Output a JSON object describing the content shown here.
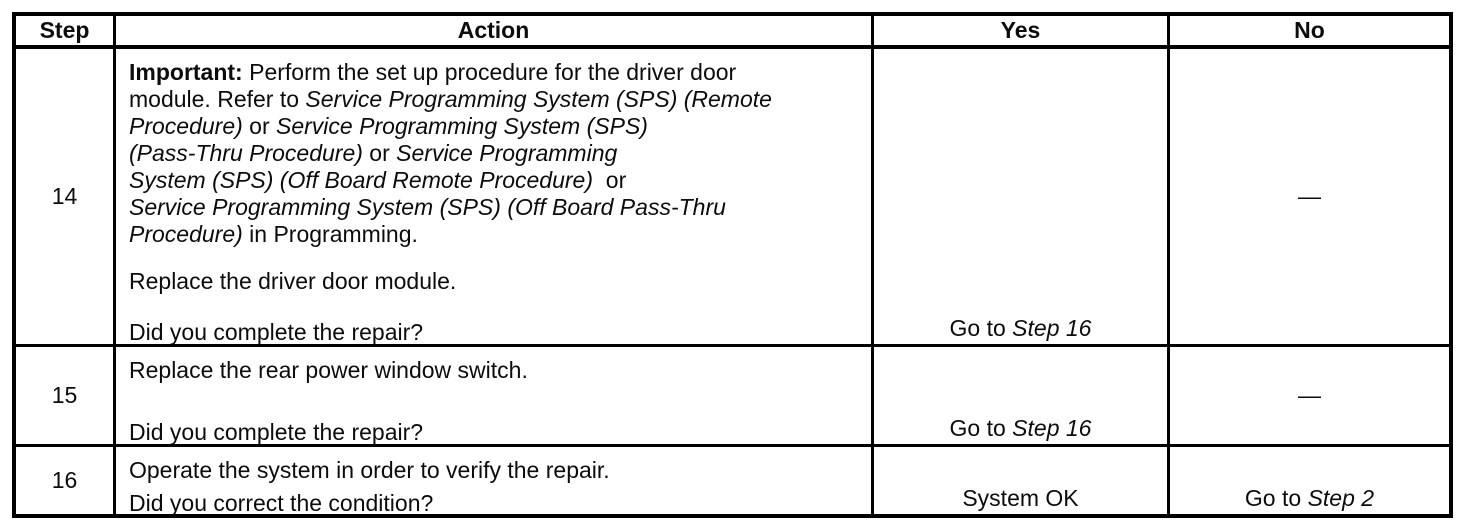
{
  "table": {
    "border_color": "#000000",
    "text_color": "#0c0c0c",
    "headers": {
      "step": "Step",
      "action": "Action",
      "yes": "Yes",
      "no": "No"
    },
    "rows": [
      {
        "step": "14",
        "action": {
          "para1_lines": [
            {
              "segs": [
                {
                  "t": "Important:"
                },
                {
                  "t": " Perform the set up procedure for the driver door"
                }
              ]
            },
            {
              "segs": [
                {
                  "t": "module. Refer to "
                },
                {
                  "t": "Service Programming System (SPS) (Remote"
                }
              ]
            },
            {
              "segs": [
                {
                  "t": "Procedure)"
                },
                {
                  "t": " or "
                },
                {
                  "t": "Service Programming System (SPS)"
                }
              ]
            },
            {
              "segs": [
                {
                  "t": "(Pass-Thru Procedure)"
                },
                {
                  "t": " or "
                },
                {
                  "t": "Service Programming"
                }
              ]
            },
            {
              "segs": [
                {
                  "t": "System (SPS) (Off Board Remote Procedure)"
                },
                {
                  "t": "  or"
                }
              ]
            },
            {
              "segs": [
                {
                  "t": "Service Programming System (SPS) (Off Board Pass-Thru"
                }
              ]
            },
            {
              "segs": [
                {
                  "t": "Procedure)"
                },
                {
                  "t": " in Programming."
                }
              ]
            }
          ],
          "para2": "Replace the driver door module.",
          "question": "Did you complete the repair?"
        },
        "yes": {
          "prefix": "Go to ",
          "ref": "Step 16"
        },
        "no": {
          "dash": "—"
        }
      },
      {
        "step": "15",
        "action": {
          "para1": "Replace the rear power window switch.",
          "question": "Did you complete the repair?"
        },
        "yes": {
          "prefix": "Go to ",
          "ref": "Step 16"
        },
        "no": {
          "dash": "—"
        }
      },
      {
        "step": "16",
        "action": {
          "para1": "Operate the system in order to verify the repair.",
          "question": "Did you correct the condition?"
        },
        "yes": {
          "text": "System OK"
        },
        "no": {
          "prefix": "Go to ",
          "ref": "Step 2"
        }
      }
    ]
  }
}
